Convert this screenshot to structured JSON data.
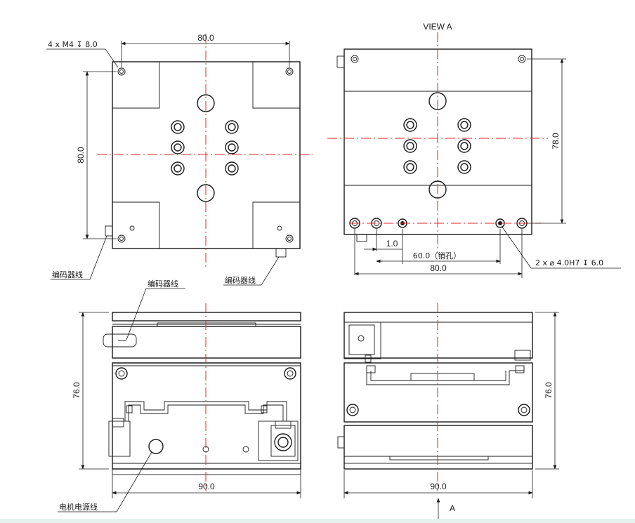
{
  "views": {
    "view_a_title": "VIEW A",
    "arrow_label": "A"
  },
  "dimensions": {
    "top_width": "80.0",
    "top_height": "80.0",
    "va_height": "78.0",
    "va_offset": "1.0",
    "va_pin_spacing": "60.0（销孔）",
    "va_width": "80.0",
    "front_height": "76.0",
    "front_width": "90.0",
    "side_height": "76.0",
    "side_width": "90.0"
  },
  "callouts": {
    "thread_holes": "4 x M4 ↧ 8.0",
    "pin_holes": "2 x ⌀ 4.0H7 ↧ 6.0",
    "encoder_left": "编码器线",
    "encoder_right": "编码器线",
    "encoder_front": "编码器线",
    "motor_power": "电机电源线"
  },
  "colors": {
    "line": "#1a1a1a",
    "centerline": "#e0262b"
  }
}
